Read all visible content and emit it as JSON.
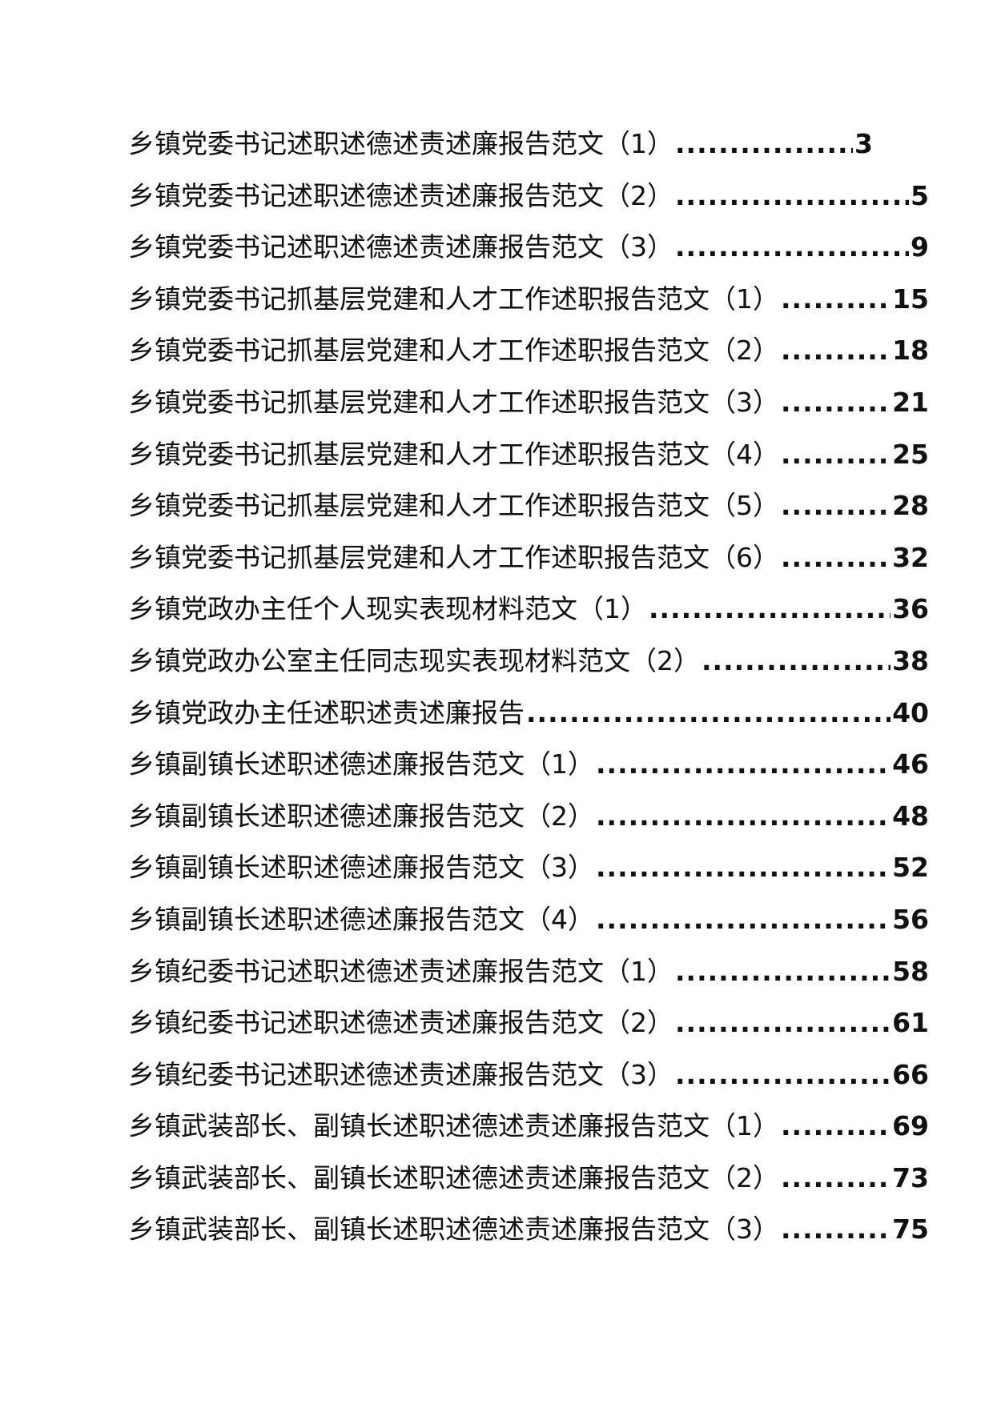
{
  "toc": {
    "entries": [
      {
        "title": "乡镇党委书记述职述德述责述廉报告范文（1）",
        "page": "3"
      },
      {
        "title": "乡镇党委书记述职述德述责述廉报告范文（2）",
        "page": "5"
      },
      {
        "title": "乡镇党委书记述职述德述责述廉报告范文（3）",
        "page": "9"
      },
      {
        "title": "乡镇党委书记抓基层党建和人才工作述职报告范文（1）",
        "page": "15"
      },
      {
        "title": "乡镇党委书记抓基层党建和人才工作述职报告范文（2）",
        "page": "18"
      },
      {
        "title": "乡镇党委书记抓基层党建和人才工作述职报告范文（3）",
        "page": "21"
      },
      {
        "title": "乡镇党委书记抓基层党建和人才工作述职报告范文（4）",
        "page": "25"
      },
      {
        "title": "乡镇党委书记抓基层党建和人才工作述职报告范文（5）",
        "page": "28"
      },
      {
        "title": "乡镇党委书记抓基层党建和人才工作述职报告范文（6）",
        "page": "32"
      },
      {
        "title": "乡镇党政办主任个人现实表现材料范文（1）",
        "page": "36"
      },
      {
        "title": "乡镇党政办公室主任同志现实表现材料范文（2）",
        "page": "38"
      },
      {
        "title": "乡镇党政办主任述职述责述廉报告",
        "page": "40"
      },
      {
        "title": "乡镇副镇长述职述德述廉报告范文（1）",
        "page": "46"
      },
      {
        "title": "乡镇副镇长述职述德述廉报告范文（2）",
        "page": "48"
      },
      {
        "title": "乡镇副镇长述职述德述廉报告范文（3）",
        "page": "52"
      },
      {
        "title": "乡镇副镇长述职述德述廉报告范文（4）",
        "page": "56"
      },
      {
        "title": "乡镇纪委书记述职述德述责述廉报告范文（1）",
        "page": "58"
      },
      {
        "title": "乡镇纪委书记述职述德述责述廉报告范文（2）",
        "page": "61"
      },
      {
        "title": "乡镇纪委书记述职述德述责述廉报告范文（3）",
        "page": "66"
      },
      {
        "title": "乡镇武装部长、副镇长述职述德述责述廉报告范文（1）",
        "page": "69"
      },
      {
        "title": "乡镇武装部长、副镇长述职述德述责述廉报告范文（2）",
        "page": "73"
      },
      {
        "title": "乡镇武装部长、副镇长述职述德述责述廉报告范文（3）",
        "page": "75"
      }
    ]
  }
}
